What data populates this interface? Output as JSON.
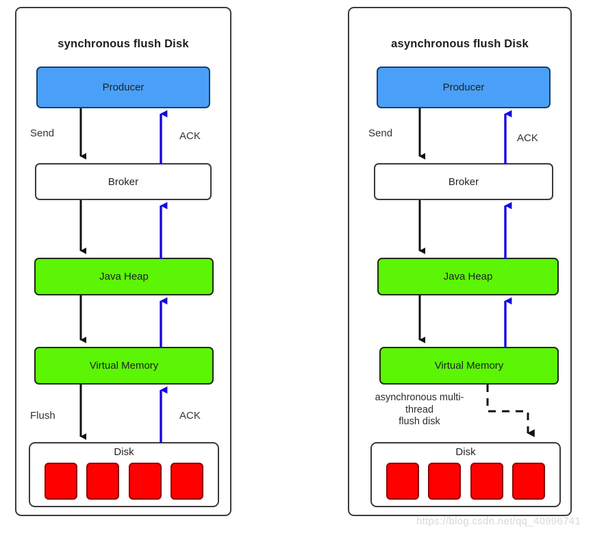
{
  "panels": [
    {
      "id": "synchronous",
      "title": "synchronous flush Disk",
      "nodes": [
        {
          "name": "producer",
          "label": "Producer"
        },
        {
          "name": "broker",
          "label": "Broker"
        },
        {
          "name": "java-heap",
          "label": "Java Heap"
        },
        {
          "name": "virtual-memory",
          "label": "Virtual Memory"
        }
      ],
      "disk": {
        "label": "Disk",
        "block_count": 4
      },
      "edge_labels": [
        {
          "name": "send",
          "text": "Send"
        },
        {
          "name": "ack-producer",
          "text": "ACK"
        },
        {
          "name": "flush",
          "text": "Flush"
        },
        {
          "name": "ack-disk",
          "text": "ACK"
        }
      ]
    },
    {
      "id": "asynchronous",
      "title": "asynchronous flush Disk",
      "nodes": [
        {
          "name": "producer",
          "label": "Producer"
        },
        {
          "name": "broker",
          "label": "Broker"
        },
        {
          "name": "java-heap",
          "label": "Java Heap"
        },
        {
          "name": "virtual-memory",
          "label": "Virtual Memory"
        }
      ],
      "disk": {
        "label": "Disk",
        "block_count": 4
      },
      "edge_labels": [
        {
          "name": "send",
          "text": "Send"
        },
        {
          "name": "ack-producer",
          "text": "ACK"
        }
      ],
      "note": {
        "name": "async-flush-note",
        "line1": "asynchronous multi-",
        "line2": "thread",
        "line3": "flush disk"
      }
    }
  ],
  "colors": {
    "producer_fill": "#4aa0f8",
    "memory_fill": "#5cf505",
    "disk_block_fill": "#fe0000",
    "downstream_arrow": "#111111",
    "ack_arrow": "#1507e0",
    "panel_border": "#3a3a3a"
  },
  "watermark": "https://blog.csdn.net/qq_40996741"
}
